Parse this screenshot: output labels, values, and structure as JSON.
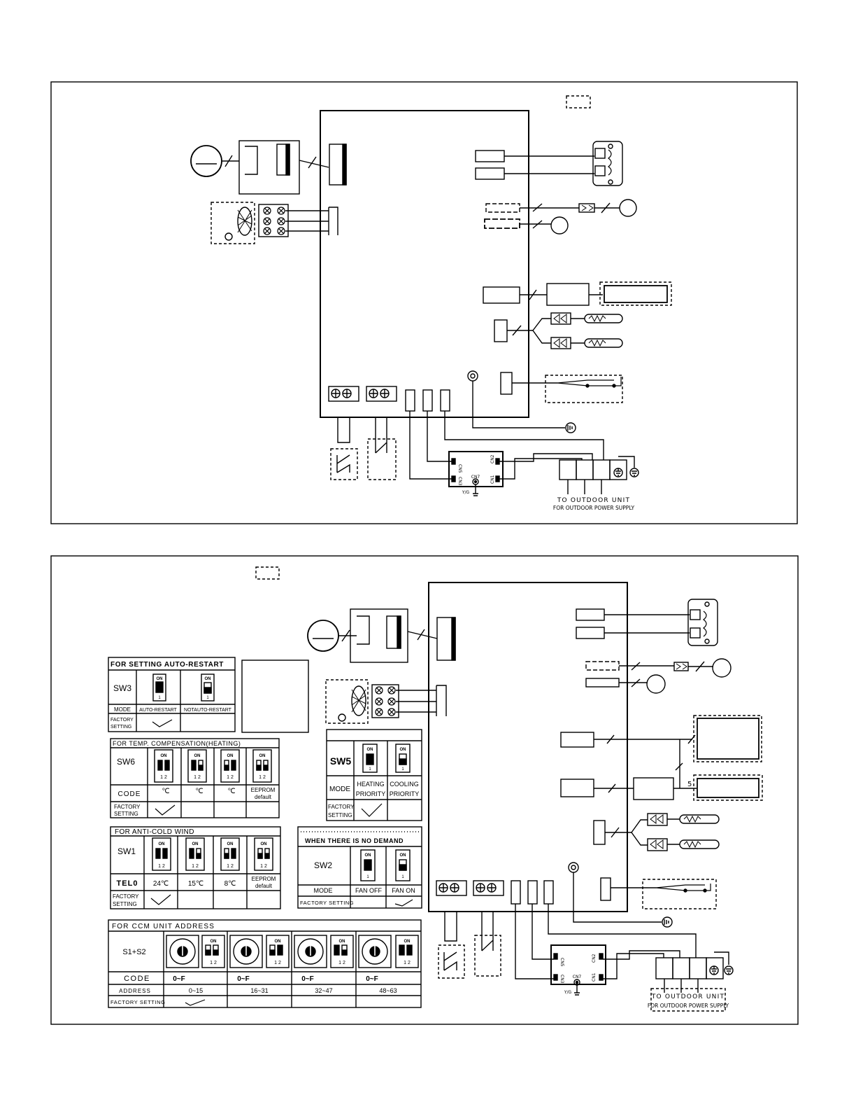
{
  "diagram1": {
    "to_outdoor_unit": "TO OUTDOOR UNIT",
    "for_outdoor_power_supply": "FOR OUTDOOR POWER SUPPLY",
    "connectors": {
      "cn5": "CN5",
      "cn3": "CN3",
      "cn2": "CN2",
      "cn1": "CN1",
      "cn7": "CN7",
      "yg": "Y/G"
    }
  },
  "diagram2": {
    "to_outdoor_unit": "TO OUTDOOR UNIT",
    "for_outdoor_power_supply": "FOR OUTDOOR POWER SUPPLY",
    "label_5": "5",
    "connectors": {
      "cn5": "CN5",
      "cn3": "CN3",
      "cn2": "CN2",
      "cn1": "CN1",
      "cn7": "CN7",
      "yg": "Y/G"
    }
  },
  "dip": {
    "on": "ON",
    "one": "1",
    "two": "2",
    "one_two": "1 2"
  },
  "sw3_table": {
    "title": "FOR SETTING AUTO-RESTART",
    "switch": "SW3",
    "mode_label": "MODE",
    "modes": [
      "AUTO-RESTART",
      "NOTAUTO-RESTART"
    ],
    "factory_line1": "FACTORY",
    "factory_line2": "SETTING"
  },
  "sw6_table": {
    "title": "FOR TEMP. COMPENSATION(HEATING)",
    "switch": "SW6",
    "code_label": "CODE",
    "codes": [
      "℃",
      "℃",
      "℃"
    ],
    "eeprom": "EEPROM",
    "default": "default",
    "factory_line1": "FACTORY",
    "factory_line2": "SETTING"
  },
  "sw1_table": {
    "title": "FOR ANTI-COLD WIND",
    "switch": "SW1",
    "row_label": "TEL0",
    "temps": [
      "24℃",
      "15℃",
      "8℃"
    ],
    "eeprom": "EEPROM",
    "default": "default",
    "factory_line1": "FACTORY",
    "factory_line2": "SETTING"
  },
  "sw5_table": {
    "switch": "SW5",
    "mode_label": "MODE",
    "modes_line1": [
      "HEATING",
      "COOLING"
    ],
    "modes_line2": [
      "PRIORITY",
      "PRIORITY"
    ],
    "factory_line1": "FACTORY",
    "factory_line2": "SETTING"
  },
  "sw2_table": {
    "title": "WHEN THERE IS NO DEMAND",
    "switch": "SW2",
    "mode_label": "MODE",
    "modes": [
      "FAN OFF",
      "FAN ON"
    ],
    "factory": "FACTORY SETTING"
  },
  "ccm_table": {
    "title": "FOR CCM UNIT ADDRESS",
    "switch": "S1+S2",
    "code_label": "CODE",
    "codes": [
      "0~F",
      "0~F",
      "0~F",
      "0~F"
    ],
    "address_label": "ADDRESS",
    "addresses": [
      "0~15",
      "16~31",
      "32~47",
      "48~63"
    ],
    "factory": "FACTORY SETTING"
  }
}
